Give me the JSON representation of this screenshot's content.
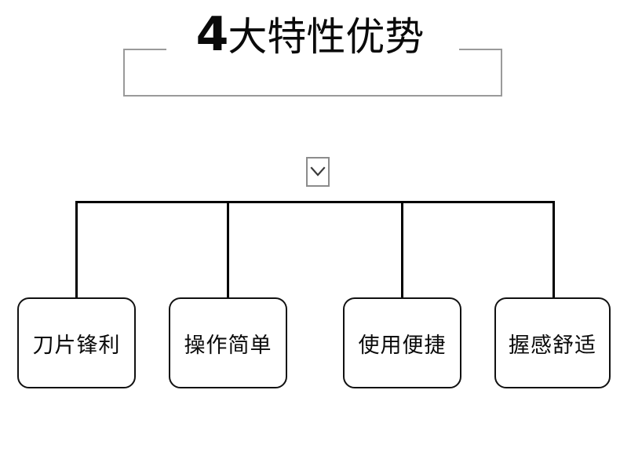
{
  "header": {
    "title_number": "4",
    "title_rest": "大特性优势",
    "frame_color": "#9a9a9a"
  },
  "node": {
    "icon": "chevron-down-icon",
    "border_color": "#8c8c8c"
  },
  "connector": {
    "color": "#000000"
  },
  "features": {
    "box_border_color": "#111111",
    "items": [
      {
        "label": "刀片锋利"
      },
      {
        "label": "操作简单"
      },
      {
        "label": "使用便捷"
      },
      {
        "label": "握感舒适"
      }
    ]
  }
}
